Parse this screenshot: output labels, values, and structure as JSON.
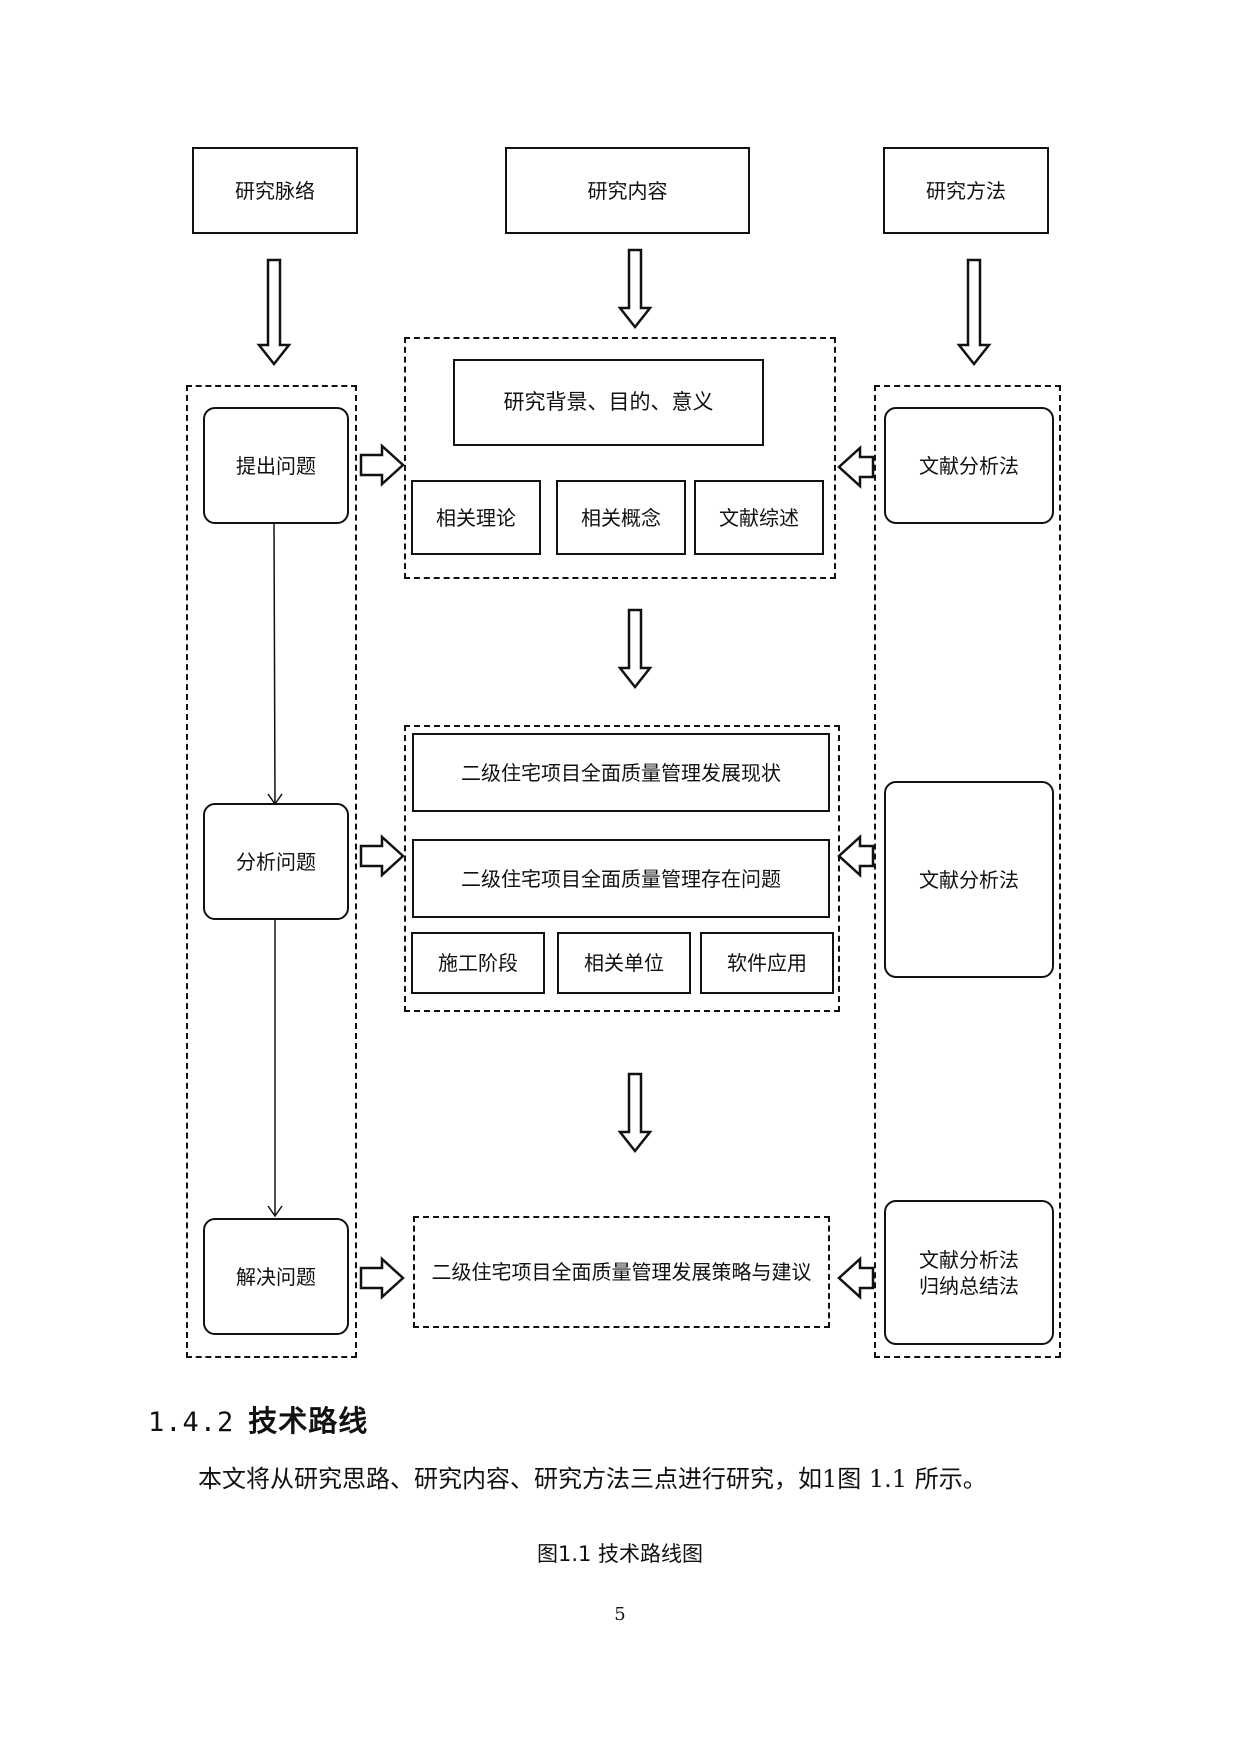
{
  "diagram": {
    "headers": {
      "left": "研究脉络",
      "center": "研究内容",
      "right": "研究方法"
    },
    "left_column": {
      "steps": [
        "提出问题",
        "分析问题",
        "解决问题"
      ]
    },
    "center_column": {
      "group1": {
        "title": "研究背景、目的、意义",
        "items": [
          "相关理论",
          "相关概念",
          "文献综述"
        ]
      },
      "group2": {
        "status": "二级住宅项目全面质量管理发展现状",
        "problems": "二级住宅项目全面质量管理存在问题",
        "items": [
          "施工阶段",
          "相关单位",
          "软件应用"
        ]
      },
      "group3": {
        "conclusion": "二级住宅项目全面质量管理发展策略与建议"
      }
    },
    "right_column": {
      "methods": [
        "文献分析法",
        "文献分析法",
        "文献分析法\n归纳总结法"
      ]
    }
  },
  "section": {
    "number": "1.4.2",
    "title": "技术路线"
  },
  "body_text": "本文将从研究思路、研究内容、研究方法三点进行研究，如1图 1.1 所示。",
  "caption": "图1.1 技术路线图",
  "page_number": "5"
}
